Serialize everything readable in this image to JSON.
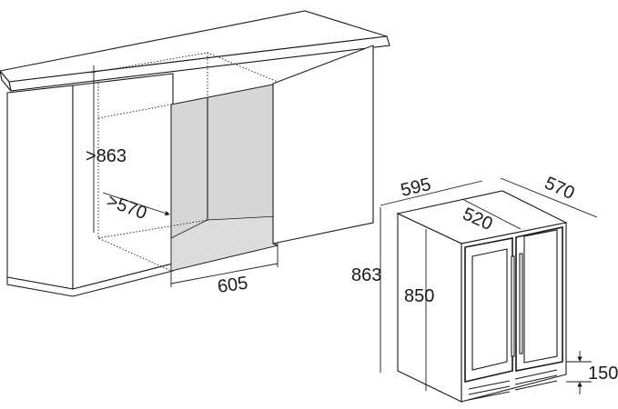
{
  "niche_diagram": {
    "height_label": ">863",
    "depth_label": ">570",
    "width_label": "605"
  },
  "appliance_diagram": {
    "width_label": "595",
    "depth_label": "570",
    "depth_doors_label": "520",
    "total_height_label": "863",
    "body_height_label": "850",
    "plinth_label": "150"
  },
  "colors": {
    "niche_back": "#d6d6d6",
    "niche_floor": "#dcdcdc",
    "line": "#1a1a1a"
  }
}
